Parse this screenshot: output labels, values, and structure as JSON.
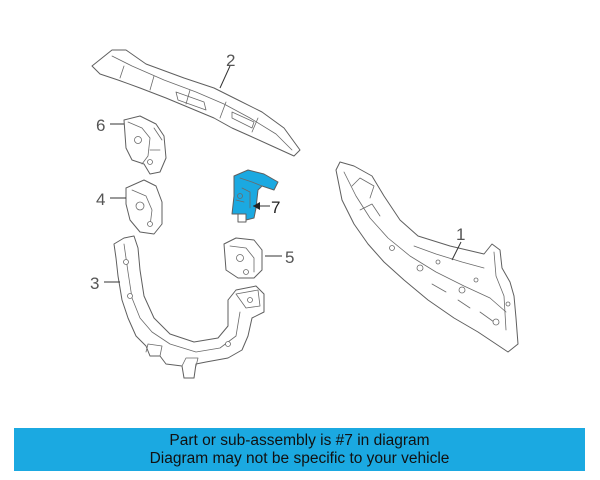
{
  "colors": {
    "highlight": "#1ba9e1",
    "banner_bg": "#1ba9e1",
    "line": "#5f5f5f",
    "callout_text": "#555555"
  },
  "callouts": {
    "c1": "1",
    "c2": "2",
    "c3": "3",
    "c4": "4",
    "c5": "5",
    "c6": "6",
    "c7": "7"
  },
  "highlighted_part": "7",
  "banner": {
    "line1": "Part or sub-assembly is #7 in diagram",
    "line2": "Diagram may not be specific to your vehicle"
  }
}
